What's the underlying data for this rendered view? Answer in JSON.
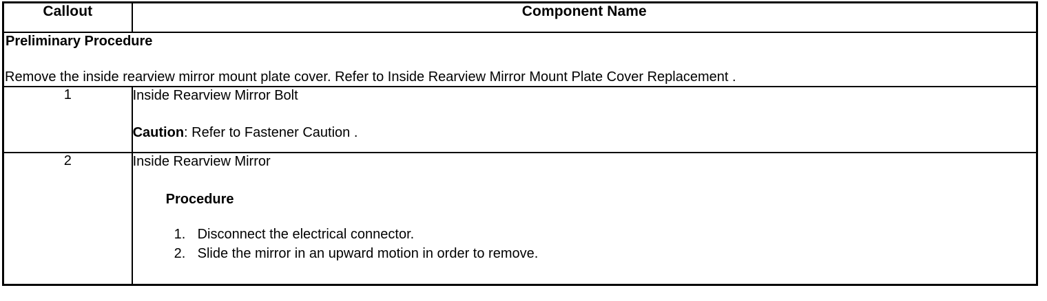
{
  "table": {
    "headers": {
      "callout": "Callout",
      "component_name": "Component Name"
    },
    "preliminary": {
      "title": "Preliminary Procedure",
      "text": "Remove the inside rearview mirror mount plate cover. Refer to Inside Rearview Mirror Mount Plate Cover Replacement ."
    },
    "rows": [
      {
        "callout": "1",
        "component_title": "Inside Rearview Mirror Bolt",
        "caution_label": "Caution",
        "caution_text": ": Refer to Fastener Caution ."
      },
      {
        "callout": "2",
        "component_title": "Inside Rearview Mirror",
        "procedure_heading": "Procedure",
        "steps": [
          {
            "num": "1.",
            "text": "Disconnect the electrical connector."
          },
          {
            "num": "2.",
            "text": "Slide the mirror in an upward motion in order to remove."
          }
        ]
      }
    ]
  },
  "colors": {
    "border": "#000000",
    "background": "#ffffff",
    "text": "#000000"
  }
}
